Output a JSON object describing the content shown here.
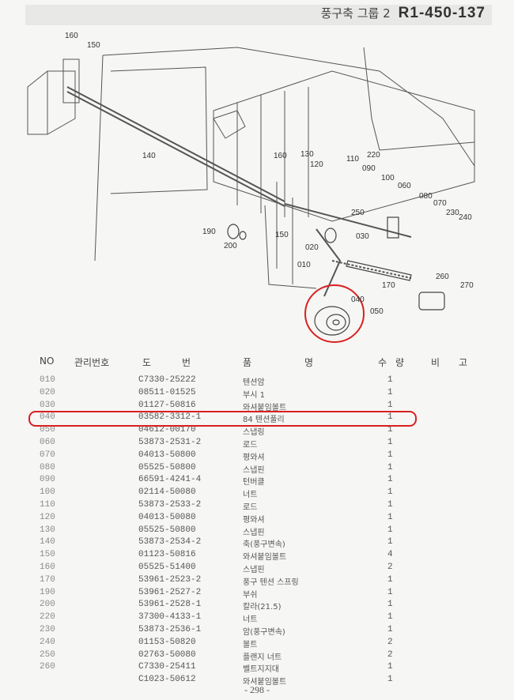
{
  "header": {
    "group_label": "풍구축 그룹 2",
    "model_code": "R1-450-137"
  },
  "diagram": {
    "callouts": [
      "160",
      "150",
      "140",
      "160",
      "130",
      "120",
      "110",
      "220",
      "090",
      "100",
      "060",
      "080",
      "070",
      "230",
      "240",
      "250",
      "030",
      "190",
      "200",
      "150",
      "020",
      "010",
      "170",
      "260",
      "270",
      "040",
      "050"
    ],
    "highlight_color": "#d82020"
  },
  "table": {
    "headers": {
      "no": "NO",
      "mgmt": "관리번호",
      "drawing_1": "도",
      "drawing_2": "번",
      "item_1": "품",
      "item_2": "명",
      "qty_1": "수",
      "qty_2": "량",
      "remark_1": "비",
      "remark_2": "고"
    },
    "rows": [
      {
        "no": "010",
        "part": "C7330-25222",
        "name": "텐션암",
        "qty": "1"
      },
      {
        "no": "020",
        "part": "08511-01525",
        "name": "부시 1",
        "qty": "1"
      },
      {
        "no": "030",
        "part": "01127-50816",
        "name": "와셔붙임볼트",
        "qty": "1"
      },
      {
        "no": "040",
        "part": "03582-3312-1",
        "name": "84 텐션풀리",
        "qty": "1"
      },
      {
        "no": "050",
        "part": "04612-00170",
        "name": "스냅링",
        "qty": "1"
      },
      {
        "no": "060",
        "part": "53873-2531-2",
        "name": "로드",
        "qty": "1"
      },
      {
        "no": "070",
        "part": "04013-50800",
        "name": "평와셔",
        "qty": "1"
      },
      {
        "no": "080",
        "part": "05525-50800",
        "name": "스냅핀",
        "qty": "1"
      },
      {
        "no": "090",
        "part": "66591-4241-4",
        "name": "턴버클",
        "qty": "1"
      },
      {
        "no": "100",
        "part": "02114-50080",
        "name": "너트",
        "qty": "1"
      },
      {
        "no": "110",
        "part": "53873-2533-2",
        "name": "로드",
        "qty": "1"
      },
      {
        "no": "120",
        "part": "04013-50080",
        "name": "평와셔",
        "qty": "1"
      },
      {
        "no": "130",
        "part": "05525-50800",
        "name": "스냅핀",
        "qty": "1"
      },
      {
        "no": "140",
        "part": "53873-2534-2",
        "name": "축(풍구변속)",
        "qty": "1"
      },
      {
        "no": "150",
        "part": "01123-50816",
        "name": "와셔붙임볼트",
        "qty": "4"
      },
      {
        "no": "160",
        "part": "05525-51400",
        "name": "스냅핀",
        "qty": "2"
      },
      {
        "no": "170",
        "part": "53961-2523-2",
        "name": "풍구 텐션 스프링",
        "qty": "1"
      },
      {
        "no": "190",
        "part": "53961-2527-2",
        "name": "부쉬",
        "qty": "1"
      },
      {
        "no": "200",
        "part": "53961-2528-1",
        "name": "칼라(21.5)",
        "qty": "1"
      },
      {
        "no": "220",
        "part": "37300-4133-1",
        "name": "너트",
        "qty": "1"
      },
      {
        "no": "230",
        "part": "53873-2536-1",
        "name": "암(풍구변속)",
        "qty": "1"
      },
      {
        "no": "240",
        "part": "01153-50820",
        "name": "볼트",
        "qty": "2"
      },
      {
        "no": "250",
        "part": "02763-50080",
        "name": "플랜지 너트",
        "qty": "2"
      },
      {
        "no": "260",
        "part": "C7330-25411",
        "name": "벨트지지대",
        "qty": "1"
      },
      {
        "no": "",
        "part": "C1023-50612",
        "name": "와셔붙임볼트",
        "qty": "1"
      }
    ]
  },
  "footer": {
    "page_number": "- 298 -"
  }
}
